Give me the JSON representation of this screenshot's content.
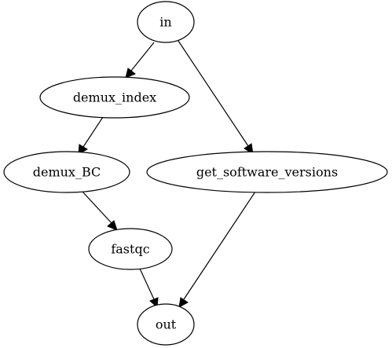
{
  "colors": {
    "background": "#ffffff",
    "stroke": "#000000",
    "text": "#000000"
  },
  "nodes": [
    {
      "id": "in",
      "label": "in"
    },
    {
      "id": "demux_index",
      "label": "demux_index"
    },
    {
      "id": "demux_BC",
      "label": "demux_BC"
    },
    {
      "id": "get_software_versions",
      "label": "get_software_versions"
    },
    {
      "id": "fastqc",
      "label": "fastqc"
    },
    {
      "id": "out",
      "label": "out"
    }
  ],
  "edges": [
    {
      "from": "in",
      "to": "demux_index"
    },
    {
      "from": "in",
      "to": "get_software_versions"
    },
    {
      "from": "demux_index",
      "to": "demux_BC"
    },
    {
      "from": "demux_BC",
      "to": "fastqc"
    },
    {
      "from": "fastqc",
      "to": "out"
    },
    {
      "from": "get_software_versions",
      "to": "out"
    }
  ]
}
